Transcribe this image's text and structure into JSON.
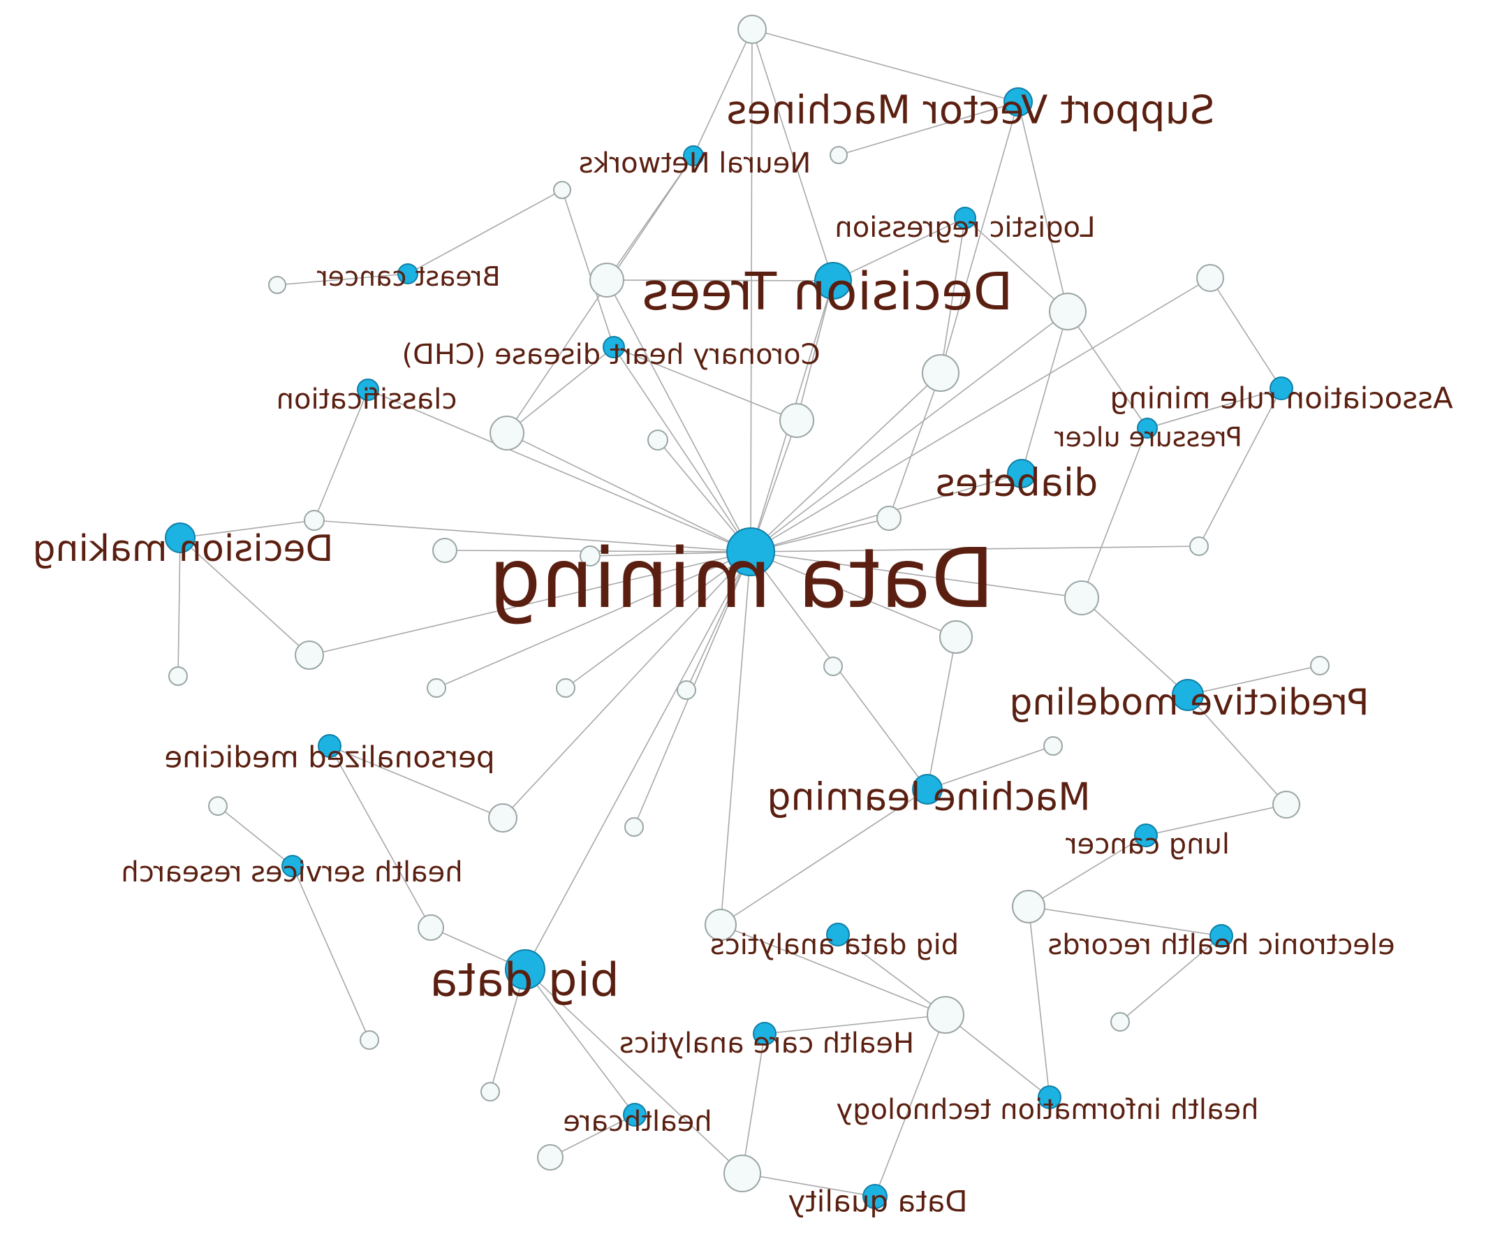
{
  "diagram": {
    "type": "keyword co-occurrence network",
    "colors": {
      "keyword_node": "#1cb3e3",
      "connector_node": "#f4f9f9",
      "edge": "#a8a8a8",
      "label": "#5a1f10"
    },
    "labels": {
      "data_mining": "Data mining",
      "decision_trees": "Decision Trees",
      "support_vector_machines": "Support Vector Machines",
      "neural_networks": "Neural Networks",
      "logistic_regression": "Logistic regression",
      "breast_cancer": "Breast cancer",
      "chd": "Coronary heart disease (CHD)",
      "classification": "classification",
      "association_rule_mining": "Association rule mining",
      "pressure_ulcer": "Pressure ulcer",
      "diabetes": "diabetes",
      "decision_making": "Decision making",
      "predictive_modeling": "Predictive modeling",
      "personalized_medicine": "personalized medicine",
      "machine_learning": "Machine learning",
      "lung_cancer": "lung cancer",
      "health_services_research": "health services research",
      "big_data_analytics": "big data analytics",
      "electronic_health_records": "electronic health records",
      "big_data": "big data",
      "health_care_analytics": "Health care analytics",
      "health_information_technology": "health information technology",
      "healthcare": "healthcare",
      "data_quality": "Data quality"
    }
  }
}
